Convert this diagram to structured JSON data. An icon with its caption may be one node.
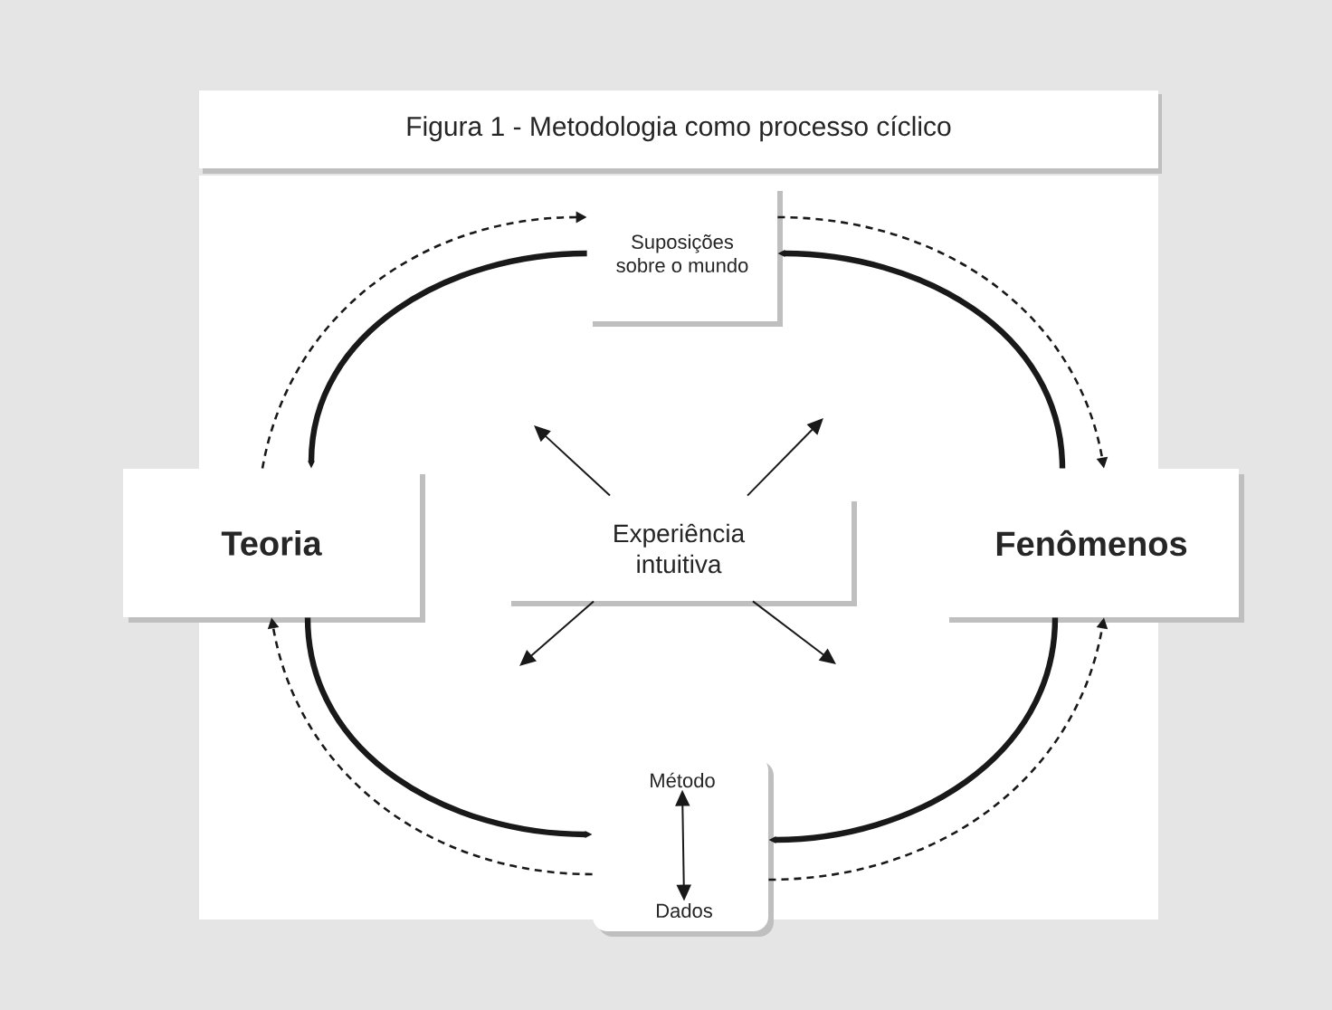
{
  "diagram": {
    "title": "Figura 1 - Metodologia como processo cíclico",
    "nodes": [
      {
        "text": [
          "Suposições sobre o mundo"
        ]
      },
      {
        "text": [
          "Teoria"
        ]
      },
      {
        "text": [
          "Experiência intuitiva"
        ]
      },
      {
        "text": [
          "Fenômenos"
        ]
      },
      {
        "text": [],
        "shape": "box"
      },
      {
        "text": [
          "Método"
        ],
        "in": 4
      },
      {
        "text": [
          "Dados"
        ],
        "in": 4
      }
    ],
    "edges": [
      {
        "from": 0,
        "to": 1,
        "arrow": "to",
        "style": "thick"
      },
      {
        "from": 3,
        "to": 0,
        "arrow": "to",
        "style": "thick"
      },
      {
        "from": 1,
        "to": 4,
        "arrow": "to",
        "style": "thick"
      },
      {
        "from": 3,
        "to": 4,
        "arrow": "to",
        "style": "thick"
      },
      {
        "from": 1,
        "to": 0,
        "arrow": "to",
        "style": "dashed"
      },
      {
        "from": 0,
        "to": 3,
        "arrow": "to",
        "style": "dashed"
      },
      {
        "from": 4,
        "to": 1,
        "arrow": "to",
        "style": "dashed"
      },
      {
        "from": 4,
        "to": 3,
        "arrow": "to",
        "style": "dashed"
      },
      {
        "from": 2,
        "to": null,
        "arrow": "to"
      },
      {
        "from": 2,
        "to": null,
        "arrow": "to"
      },
      {
        "from": 2,
        "to": null,
        "arrow": "to"
      },
      {
        "from": 2,
        "to": null,
        "arrow": "to"
      },
      {
        "from": 5,
        "to": 6,
        "arrow": "both"
      }
    ]
  }
}
